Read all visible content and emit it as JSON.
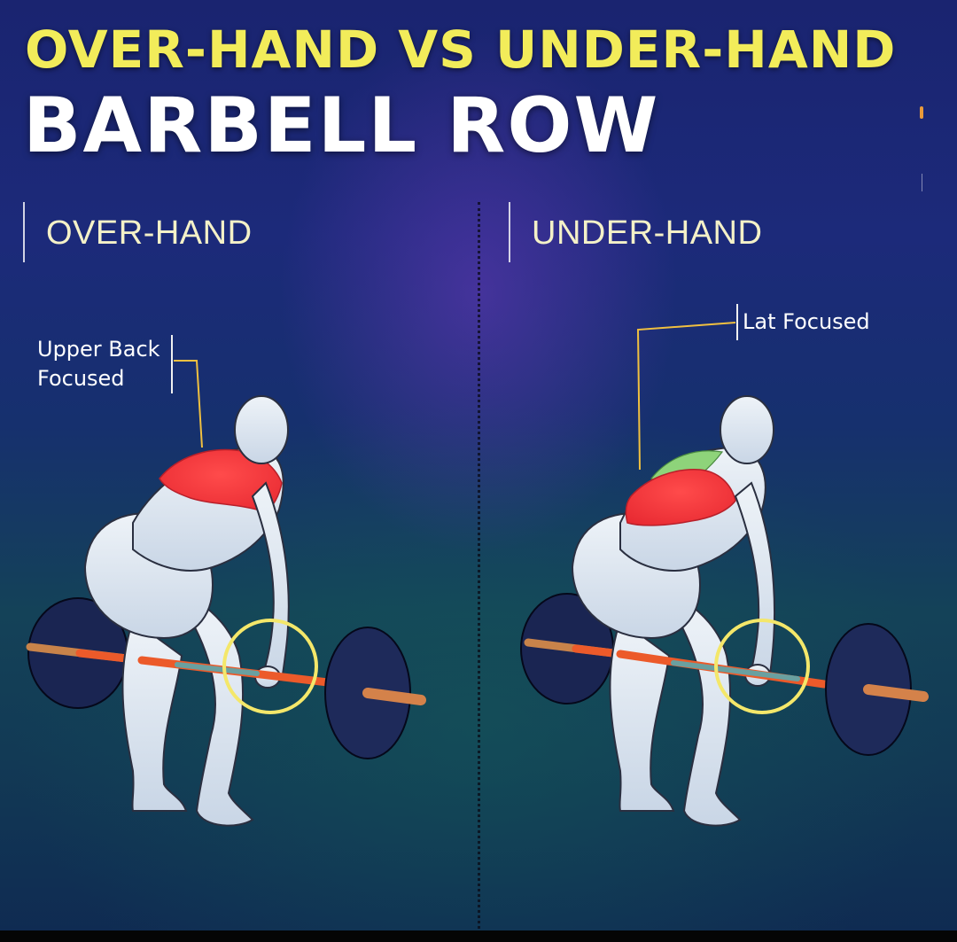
{
  "header": {
    "title_line_1": "OVER-HAND VS UNDER-HAND",
    "title_line_2": "BARBELL ROW"
  },
  "panels": [
    {
      "label": "OVER-HAND",
      "callout": [
        "Upper Back",
        "Focused"
      ]
    },
    {
      "label": "UNDER-HAND",
      "callout": [
        "Lat Focused"
      ]
    }
  ],
  "colors": {
    "title_accent": "#f2ec5a",
    "muscle_highlight": "#f0303a",
    "secondary_muscle": "#8ed37a",
    "grip_ring": "#f4e76a",
    "callout_line": "#f0c040",
    "bar": "#e8652e",
    "plates": "#1e2a55"
  }
}
